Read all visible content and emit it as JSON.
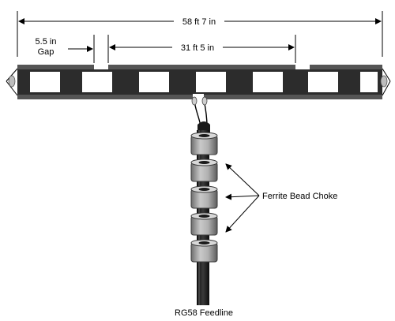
{
  "labels": {
    "total_length": "58 ft 7 in",
    "gap_value": "5.5 in",
    "gap_word": "Gap",
    "segment_length": "31 ft 5 in",
    "choke": "Ferrite Bead Choke",
    "feedline": "RG58 Feedline"
  },
  "colors": {
    "line": "#000000",
    "element": "#2c2c2c",
    "window": "#ffffff",
    "coax": "#1e1e1e",
    "bead": "#9a9a9a",
    "insulator": "#bdbdbd"
  }
}
